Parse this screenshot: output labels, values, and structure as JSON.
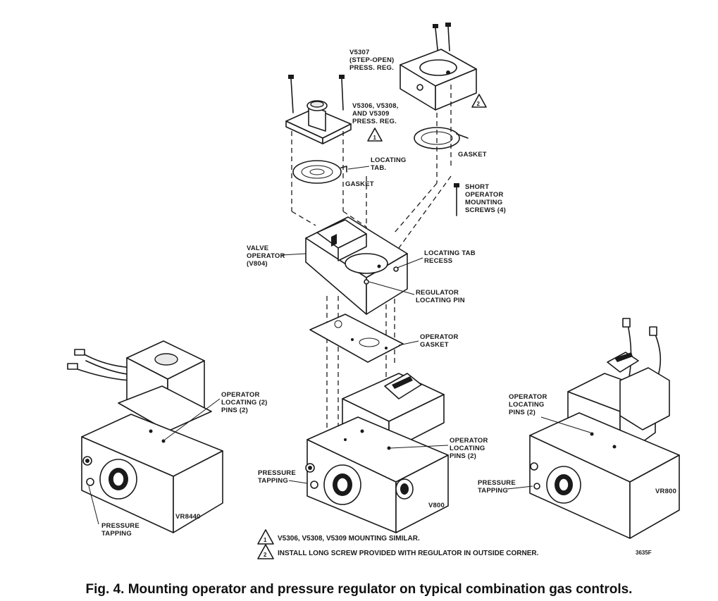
{
  "labels": {
    "v5307_line1": "V5307",
    "v5307_line2": "(STEP-OPEN)",
    "v5307_line3": "PRESS. REG.",
    "v5306_line1": "V5306, V5308,",
    "v5306_line2": "AND V5309",
    "v5306_line3": "PRESS. REG.",
    "locating_tab_line1": "LOCATING",
    "locating_tab_line2": "TAB.",
    "gasket_left": "GASKET",
    "gasket_right": "GASKET",
    "short_screws_line1": "SHORT",
    "short_screws_line2": "OPERATOR",
    "short_screws_line3": "MOUNTING",
    "short_screws_line4": "SCREWS (4)",
    "valve_operator_line1": "VALVE",
    "valve_operator_line2": "OPERATOR",
    "valve_operator_line3": "(V804)",
    "tab_recess_line1": "LOCATING TAB",
    "tab_recess_line2": "RECESS",
    "reg_pin_line1": "REGULATOR",
    "reg_pin_line2": "LOCATING PIN",
    "op_gasket_line1": "OPERATOR",
    "op_gasket_line2": "GASKET",
    "left_pins_line1": "OPERATOR",
    "left_pins_line2": "LOCATING (2)",
    "left_pins_line3": "PINS (2)",
    "center_pins_line1": "OPERATOR",
    "center_pins_line2": "LOCATING",
    "center_pins_line3": "PINS (2)",
    "right_pins_line1": "OPERATOR",
    "right_pins_line2": "LOCATING",
    "right_pins_line3": "PINS (2)",
    "pressure_left_line1": "PRESSURE",
    "pressure_left_line2": "TAPPING",
    "pressure_center_line1": "PRESSURE",
    "pressure_center_line2": "TAPPING",
    "pressure_right_line1": "PRESSURE",
    "pressure_right_line2": "TAPPING",
    "model_left": "VR8440",
    "model_center": "V800",
    "model_right": "VR800",
    "drawing_number": "3635F",
    "note_marker_1": "1",
    "note_marker_2": "2"
  },
  "notes": [
    {
      "marker": "1",
      "text": "V5306, V5308, V5309 MOUNTING SIMILAR."
    },
    {
      "marker": "2",
      "text": "INSTALL LONG SCREW PROVIDED WITH REGULATOR IN OUTSIDE CORNER."
    }
  ],
  "caption": "Fig. 4. Mounting operator and pressure regulator on typical combination gas controls."
}
